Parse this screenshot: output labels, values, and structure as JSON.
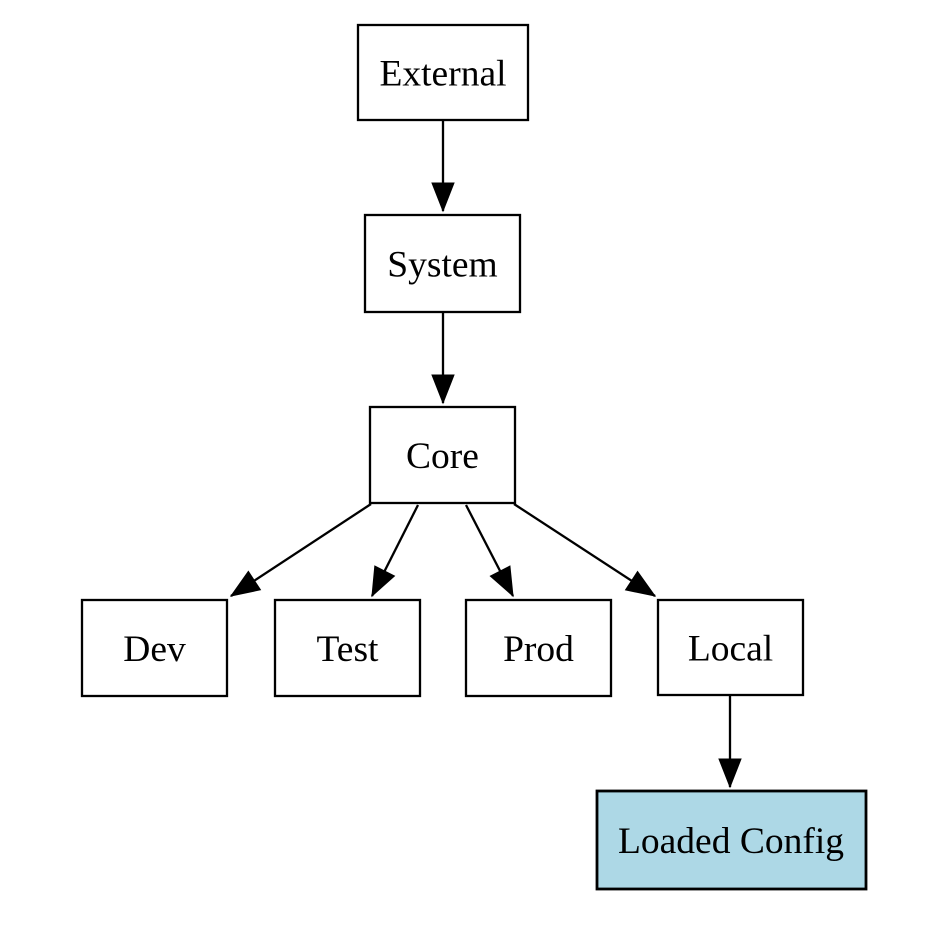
{
  "diagram": {
    "type": "flowchart",
    "background_color": "#ffffff",
    "node_default_fill": "#ffffff",
    "node_stroke_color": "#000000",
    "edge_color": "#000000",
    "highlight_fill": "#add8e6",
    "nodes": [
      {
        "id": "external",
        "label": "External",
        "fill": "#ffffff"
      },
      {
        "id": "system",
        "label": "System",
        "fill": "#ffffff"
      },
      {
        "id": "core",
        "label": "Core",
        "fill": "#ffffff"
      },
      {
        "id": "dev",
        "label": "Dev",
        "fill": "#ffffff"
      },
      {
        "id": "test",
        "label": "Test",
        "fill": "#ffffff"
      },
      {
        "id": "prod",
        "label": "Prod",
        "fill": "#ffffff"
      },
      {
        "id": "local",
        "label": "Local",
        "fill": "#ffffff"
      },
      {
        "id": "loaded_config",
        "label": "Loaded Config",
        "fill": "#add8e6"
      }
    ],
    "edges": [
      {
        "from": "External",
        "to": "System"
      },
      {
        "from": "System",
        "to": "Core"
      },
      {
        "from": "Core",
        "to": "Dev"
      },
      {
        "from": "Core",
        "to": "Test"
      },
      {
        "from": "Core",
        "to": "Prod"
      },
      {
        "from": "Core",
        "to": "Local"
      },
      {
        "from": "Local",
        "to": "Loaded Config"
      }
    ]
  }
}
